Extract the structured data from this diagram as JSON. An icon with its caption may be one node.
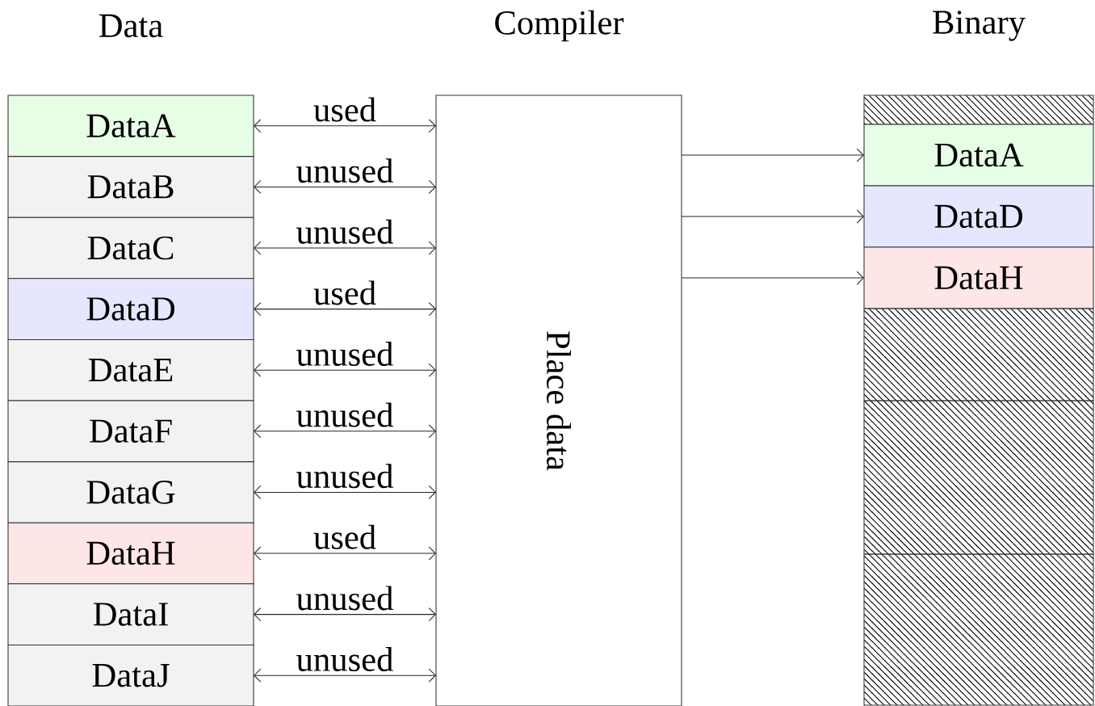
{
  "diagram": {
    "nodes": [
      {
        "text": [
          "DataA"
        ]
      },
      {
        "text": [
          "DataB"
        ]
      },
      {
        "text": [
          "DataC"
        ]
      },
      {
        "text": [
          "DataD"
        ]
      },
      {
        "text": [
          "DataE"
        ]
      },
      {
        "text": [
          "DataF"
        ]
      },
      {
        "text": [
          "DataG"
        ]
      },
      {
        "text": [
          "DataH"
        ]
      },
      {
        "text": [
          "DataI"
        ]
      },
      {
        "text": [
          "DataJ"
        ]
      },
      {
        "text": [
          "Place data"
        ]
      },
      {
        "text": [],
        "shape": "box"
      },
      {
        "text": [
          "DataA"
        ]
      },
      {
        "text": [
          "DataD"
        ]
      },
      {
        "text": [
          "DataH"
        ]
      },
      {
        "text": [],
        "shape": "box"
      },
      {
        "text": [],
        "shape": "box"
      },
      {
        "text": [],
        "shape": "box"
      }
    ],
    "edges": [
      {
        "from": 0,
        "to": 10,
        "arrow": "both",
        "label": "used"
      },
      {
        "from": 1,
        "to": 10,
        "arrow": "both",
        "label": "unused"
      },
      {
        "from": 2,
        "to": 10,
        "arrow": "both",
        "label": "unused"
      },
      {
        "from": 3,
        "to": 10,
        "arrow": "both",
        "label": "used"
      },
      {
        "from": 4,
        "to": 10,
        "arrow": "both",
        "label": "unused"
      },
      {
        "from": 5,
        "to": 10,
        "arrow": "both",
        "label": "unused"
      },
      {
        "from": 6,
        "to": 10,
        "arrow": "both",
        "label": "unused"
      },
      {
        "from": 7,
        "to": 10,
        "arrow": "both",
        "label": "used"
      },
      {
        "from": 8,
        "to": 10,
        "arrow": "both",
        "label": "unused"
      },
      {
        "from": 9,
        "to": 10,
        "arrow": "both",
        "label": "unused"
      },
      {
        "from": 10,
        "to": 12,
        "arrow": "to"
      },
      {
        "from": 10,
        "to": 13,
        "arrow": "to"
      },
      {
        "from": 10,
        "to": 14,
        "arrow": "to"
      }
    ],
    "labels": [
      "Data",
      "Compiler",
      "Binary"
    ]
  }
}
